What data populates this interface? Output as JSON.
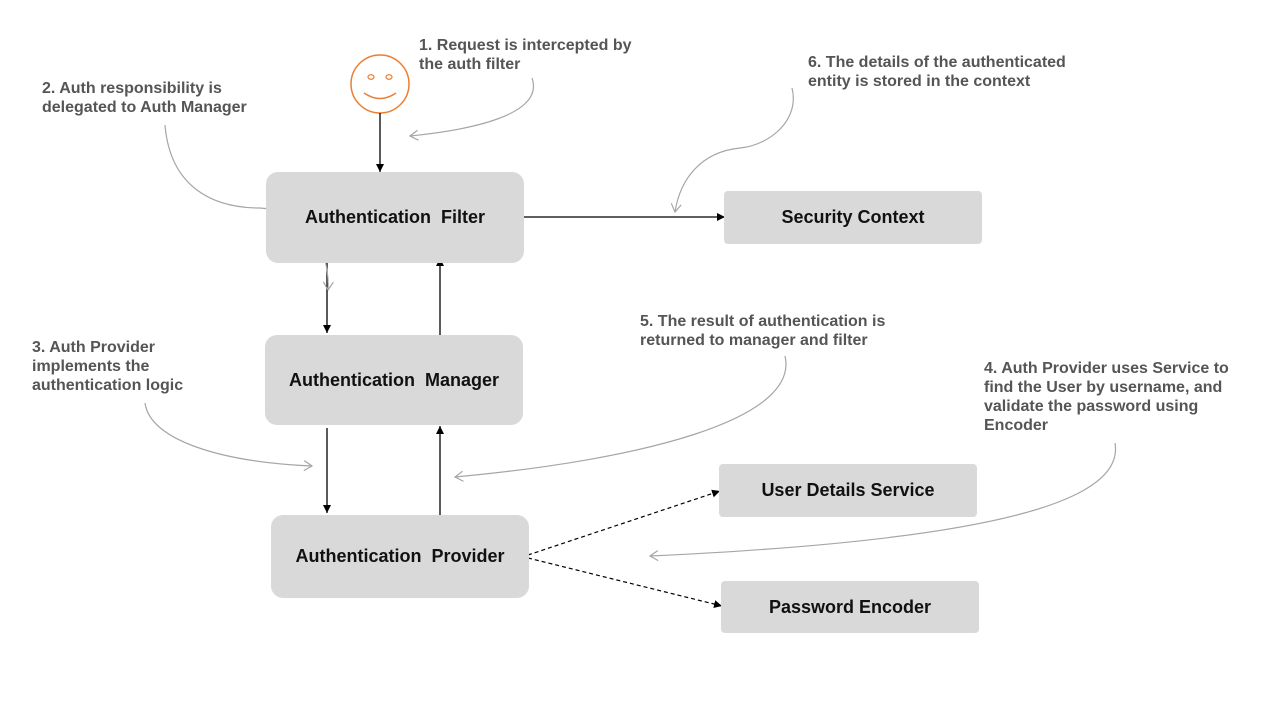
{
  "nodes": {
    "auth_filter": "Authentication  Filter",
    "auth_manager": "Authentication  Manager",
    "auth_provider": "Authentication  Provider",
    "security_context": "Security Context",
    "user_details_service": "User Details Service",
    "password_encoder": "Password Encoder"
  },
  "annotations": {
    "step1": [
      "1. Request is intercepted by",
      "the auth filter"
    ],
    "step2": [
      "2. Auth responsibility is",
      "delegated to Auth Manager"
    ],
    "step3": [
      "3. Auth Provider",
      "implements the",
      "authentication logic"
    ],
    "step4": [
      "4. Auth Provider uses Service to",
      "find the User by username, and",
      "validate the password using",
      "Encoder"
    ],
    "step5": [
      "5. The result of authentication is",
      "returned to manager and filter"
    ],
    "step6": [
      "6. The details of the authenticated",
      "entity is stored in the context"
    ]
  },
  "colors": {
    "box_fill": "#d9d9d9",
    "annotation_text": "#555555",
    "curve_stroke": "#a6a6a6",
    "user_icon": "#ed7d31"
  },
  "icons": {
    "user": "smiley-face-icon"
  }
}
